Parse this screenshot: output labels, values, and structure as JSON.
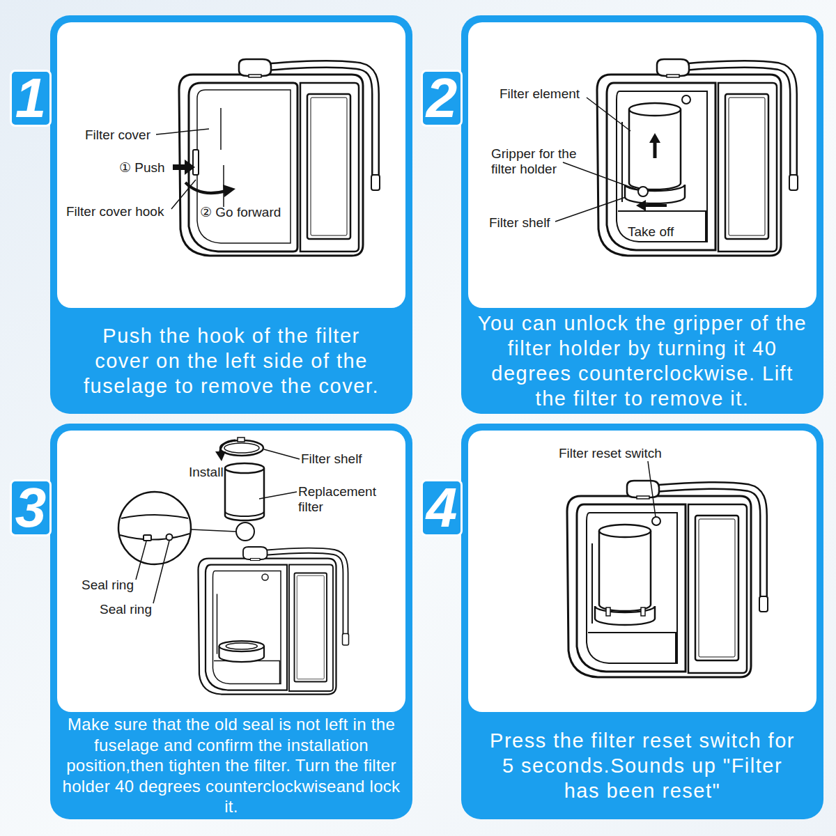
{
  "diagram": {
    "nodes": [
      {
        "text": [
          "1"
        ]
      },
      {
        "text": [
          "Push the hook of the filter cover on the left side of the fuselage to remove the cover."
        ]
      },
      {
        "text": [
          "2"
        ]
      },
      {
        "text": [
          "You can unlock the gripper of the filter holder by turning it 40 degrees counterclockwise. Lift the filter to remove it."
        ]
      },
      {
        "text": [
          "3"
        ]
      },
      {
        "text": [
          "Make sure that the old seal is not left in the fuselage and confirm the installation position,then tighten the filter. Turn the filter holder 40 degrees counterclockwiseand lock it."
        ]
      },
      {
        "text": [
          "4"
        ]
      },
      {
        "text": [
          "Press the filter reset switch for 5 seconds.Sounds up \"Filter has been reset\""
        ]
      }
    ],
    "labels": [
      "Filter cover",
      "① Push",
      "Filter cover hook",
      "② Go forward",
      "Filter element",
      "Gripper for the filter holder",
      "Filter shelf",
      "Take off",
      "Filter shelf",
      "Install",
      "Replacement filter",
      "Seal ring",
      "Seal ring",
      "Filter reset switch"
    ]
  }
}
